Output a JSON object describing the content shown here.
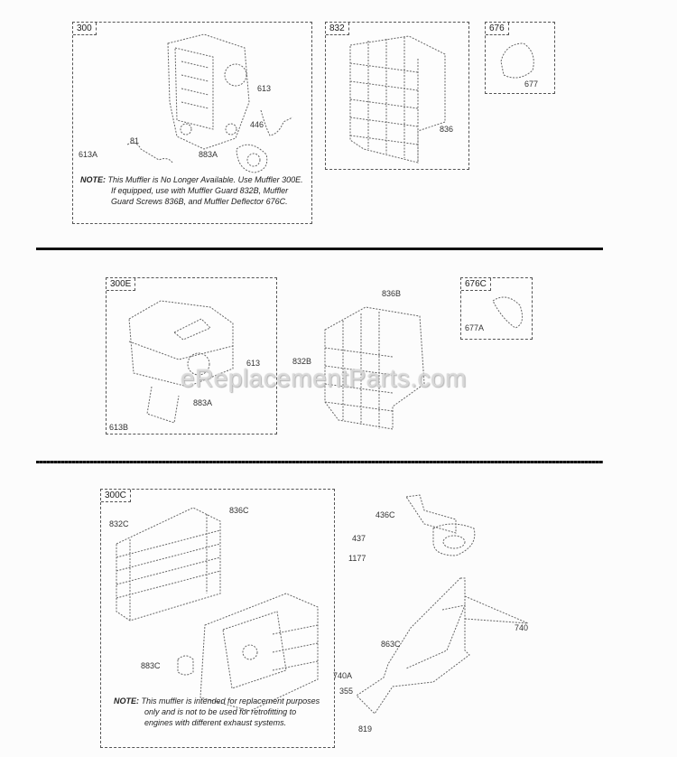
{
  "sections": [
    {
      "panels": [
        {
          "id": "300",
          "labels": [
            "613",
            "446",
            "81",
            "613A",
            "883A"
          ],
          "note": {
            "prefix": "NOTE:",
            "text": "This Muffler is No Longer Available. Use Muffler 300E. If equipped, use with Muffler Guard 832B, Muffler Guard Screws 836B, and Muffler Deflector 676C."
          }
        },
        {
          "id": "832",
          "labels": [
            "836"
          ]
        },
        {
          "id": "676",
          "labels": [
            "677"
          ]
        }
      ]
    },
    {
      "panels": [
        {
          "id": "300E",
          "labels": [
            "613",
            "883A",
            "613B"
          ]
        },
        {
          "id": "676C",
          "labels": [
            "677A"
          ]
        }
      ],
      "loose_labels": [
        "836B",
        "832B"
      ]
    },
    {
      "panels": [
        {
          "id": "300C",
          "labels": [
            "832C",
            "836C",
            "883C"
          ],
          "note": {
            "prefix": "NOTE:",
            "text": "This muffler is intended for replacement purposes only and is not to be used for retrofitting to engines with different exhaust systems."
          }
        }
      ],
      "loose_labels": [
        "436C",
        "437",
        "1177",
        "740",
        "863C",
        "740A",
        "355",
        "819"
      ]
    }
  ],
  "watermark": "eReplacementParts.com"
}
